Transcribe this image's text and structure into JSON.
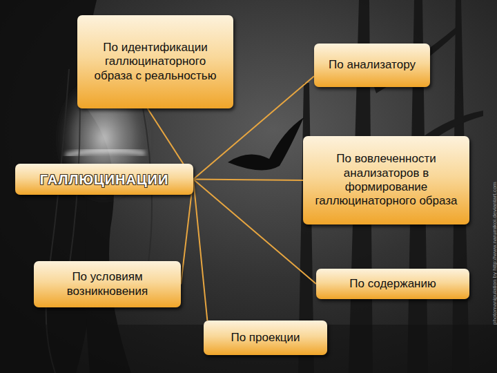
{
  "diagram": {
    "nodes": [
      {
        "text": [
          "По идентификации галлюцинаторного образа с реальностью"
        ]
      },
      {
        "text": [
          "По анализатору"
        ]
      },
      {
        "text": [
          "ГАЛЛЮЦИНАЦИИ"
        ]
      },
      {
        "text": [
          "По вовлеченности анализаторов в формирование галлюцинаторного образа"
        ]
      },
      {
        "text": [
          "По условиям возникновения"
        ]
      },
      {
        "text": [
          "По содержанию"
        ]
      },
      {
        "text": [
          "По проекции"
        ]
      }
    ],
    "edges": [
      {
        "from": 2,
        "to": 0,
        "arrow": "none"
      },
      {
        "from": 2,
        "to": 1,
        "arrow": "none"
      },
      {
        "from": 2,
        "to": 3,
        "arrow": "none"
      },
      {
        "from": 2,
        "to": 4,
        "arrow": "none"
      },
      {
        "from": 2,
        "to": 5,
        "arrow": "none"
      },
      {
        "from": 2,
        "to": 6,
        "arrow": "none"
      }
    ],
    "labels": [
      "photomanipulation by http://www.narumikoi.deviantart.com"
    ]
  }
}
